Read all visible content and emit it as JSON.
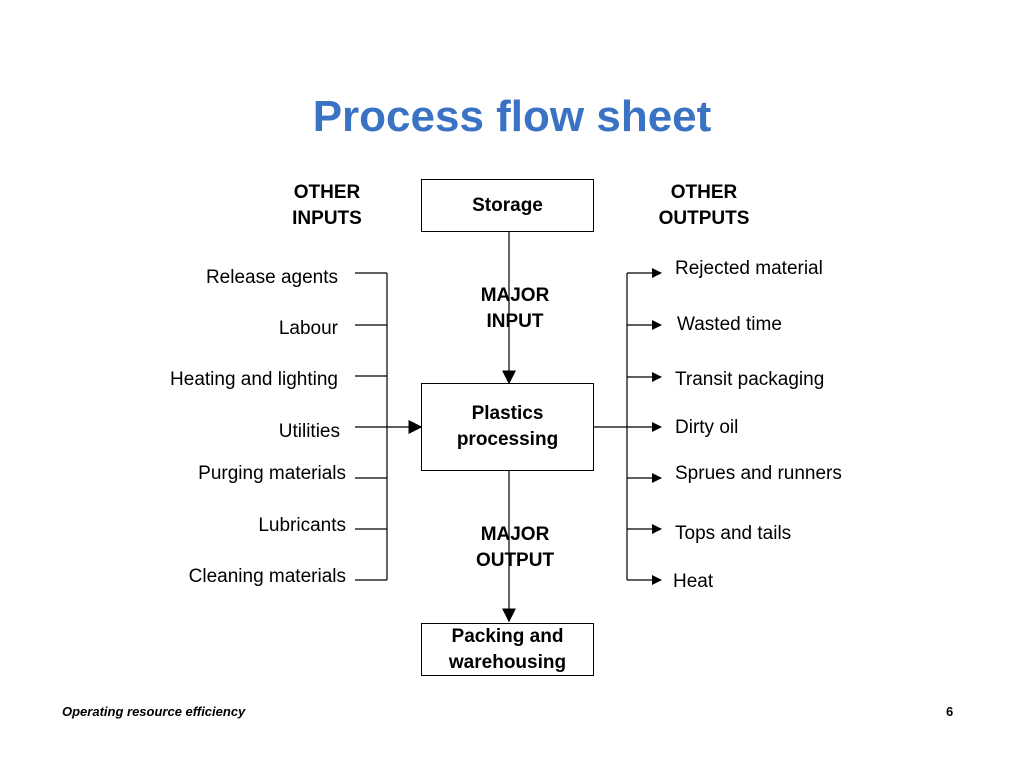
{
  "slide": {
    "title": "Process flow sheet",
    "footer_text": "Operating resource efficiency",
    "page_number": "6"
  },
  "diagram": {
    "headers": {
      "other_inputs": [
        "OTHER",
        "INPUTS"
      ],
      "other_outputs": [
        "OTHER",
        "OUTPUTS"
      ],
      "major_input": [
        "MAJOR",
        "INPUT"
      ],
      "major_output": [
        "MAJOR",
        "OUTPUT"
      ]
    },
    "boxes": {
      "storage": [
        "Storage"
      ],
      "processing": [
        "Plastics",
        "processing"
      ],
      "packing": [
        "Packing and",
        "warehousing"
      ]
    },
    "inputs": [
      "Release agents",
      "Labour",
      "Heating and lighting",
      "Utilities",
      "Purging materials",
      "Lubricants",
      "Cleaning materials"
    ],
    "outputs": [
      "Rejected material",
      "Wasted time",
      "Transit packaging",
      "Dirty oil",
      "Sprues and runners",
      "Tops and tails",
      "Heat"
    ]
  }
}
